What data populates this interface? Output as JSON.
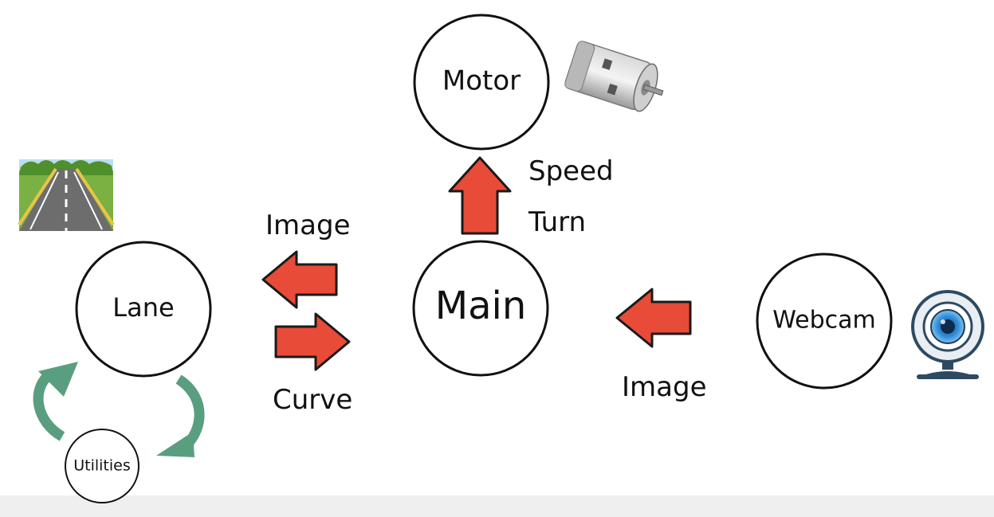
{
  "nodes": {
    "motor": "Motor",
    "main": "Main",
    "lane": "Lane",
    "webcam": "Webcam",
    "utilities": "Utilities"
  },
  "edges": {
    "main_to_motor": {
      "line1": "Speed",
      "line2": "Turn"
    },
    "main_to_lane": "Image",
    "lane_to_main": "Curve",
    "webcam_to_main": "Image"
  },
  "icons": [
    "dc-motor-icon",
    "road-icon",
    "webcam-icon",
    "cycle-arrow-icon"
  ],
  "colors": {
    "arrow_fill": "#e84b37",
    "arrow_stroke": "#1a1a1a",
    "cycle_arrow": "#5a9e80",
    "road_grass": "#7bb042",
    "road_asphalt": "#6d6d6d",
    "road_edge": "#e8c547"
  }
}
